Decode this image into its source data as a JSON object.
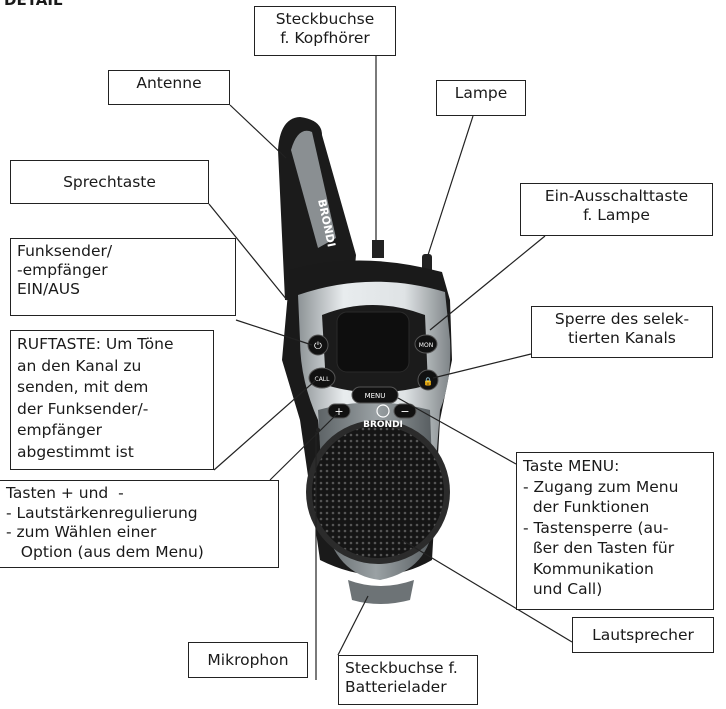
{
  "heading": "DETAIL",
  "device": {
    "brand_antenna": "BRONDI",
    "brand_front": "BRONDI",
    "buttons": {
      "power": "⏻",
      "mon": "MON",
      "call": "CALL",
      "menu": "MENU",
      "lock": "🔒",
      "plus": "+",
      "minus": "−"
    }
  },
  "labels": {
    "antenne": "Antenne",
    "sprechtaste": "Sprechtaste",
    "kopfhoerer": "Steckbuchse\nf. Kopfhörer",
    "lampe": "Lampe",
    "ein_aus_lampe": "Ein-Ausschalttaste\nf. Lampe",
    "funksender": "Funksender/\n-empfänger\nEIN/AUS",
    "sperre": "Sperre des selek-\ntierten Kanals",
    "ruftaste": "RUFTASTE: Um Töne\nan den Kanal zu\nsenden, mit dem\nder Funksender/-\nempfänger\nabgestimmt ist",
    "taste_menu": "Taste MENU:\n- Zugang zum Menu\n  der Funktionen\n- Tastensperre (au-\n  ßer den Tasten für\n  Kommunikation\n  und Call)",
    "tasten_plus_minus": "Tasten + und  -\n- Lautstärkenregulierung\n- zum Wählen einer\n   Option (aus dem Menu)",
    "lautsprecher": "Lautsprecher",
    "mikrophon": "Mikrophon",
    "batterielader": "Steckbuchse f.\nBatterielader"
  }
}
